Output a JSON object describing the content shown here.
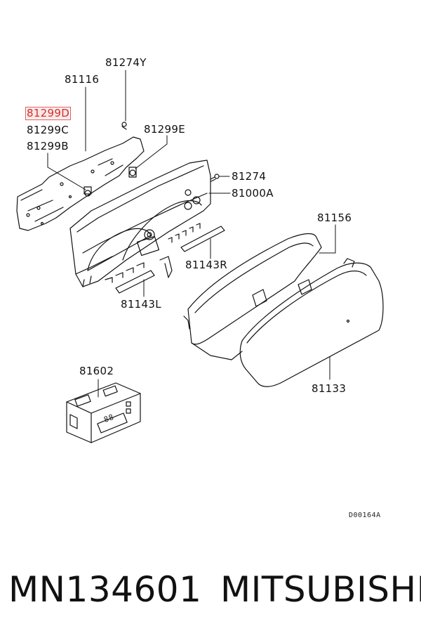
{
  "diagram": {
    "labels": {
      "l81274Y": "81274Y",
      "l81116": "81116",
      "l81299D": "81299D",
      "l81299C": "81299C",
      "l81299B": "81299B",
      "l81299E": "81299E",
      "l81274": "81274",
      "l81000A": "81000A",
      "l81156": "81156",
      "l81143R": "81143R",
      "l81143L": "81143L",
      "l81602": "81602",
      "l81133": "81133"
    },
    "highlighted_label": "81299D",
    "highlight_color": "#e05a5a",
    "drawing_code": "D00164A",
    "display_digits": "88"
  },
  "footer": {
    "part_number": "MN134601",
    "brand": "MITSUBISHI"
  }
}
